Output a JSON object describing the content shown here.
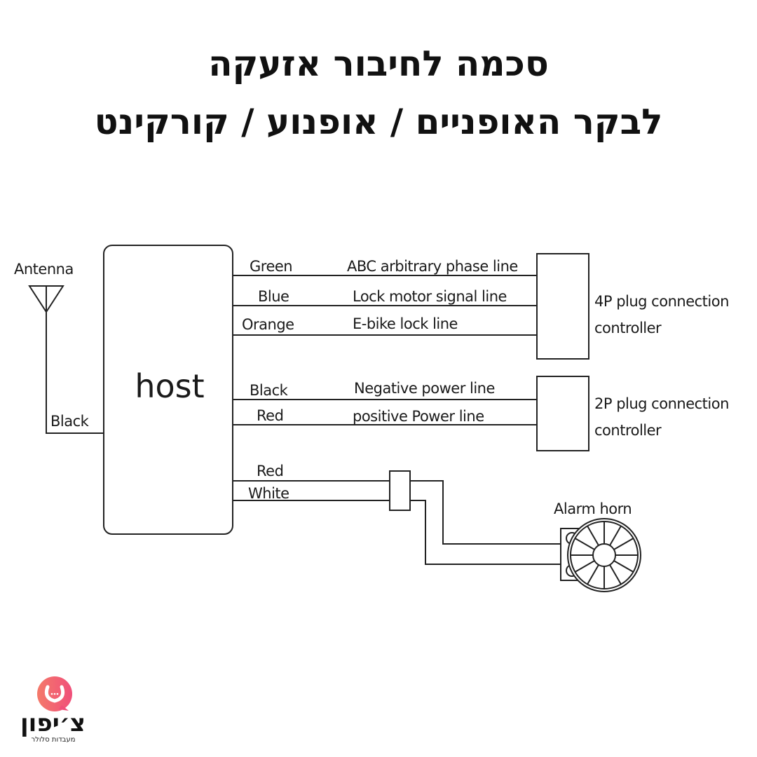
{
  "title": {
    "line1": "סכמה לחיבור אזעקה",
    "line2": "לבקר האופניים / אופנוע / קורקינט"
  },
  "diagram": {
    "antenna_label": "Antenna",
    "antenna_wire_label": "Black",
    "host_label": "host",
    "wires_4p": [
      {
        "color": "Green",
        "desc": "ABC arbitrary phase line"
      },
      {
        "color": "Blue",
        "desc": "Lock motor signal line"
      },
      {
        "color": "Orange",
        "desc": "E-bike lock line"
      }
    ],
    "controller_4p": {
      "line1": "4P plug connection",
      "line2": "controller"
    },
    "wires_2p": [
      {
        "color": "Black",
        "desc": "Negative power line"
      },
      {
        "color": "Red",
        "desc": "positive Power line"
      }
    ],
    "controller_2p": {
      "line1": "2P plug connection",
      "line2": "controller"
    },
    "horn_wires": [
      "Red",
      "White"
    ],
    "horn_label": "Alarm horn"
  },
  "logo": {
    "name": "צ׳יפון",
    "tagline": "מעבדות סלולר",
    "color": "#f0606e"
  }
}
